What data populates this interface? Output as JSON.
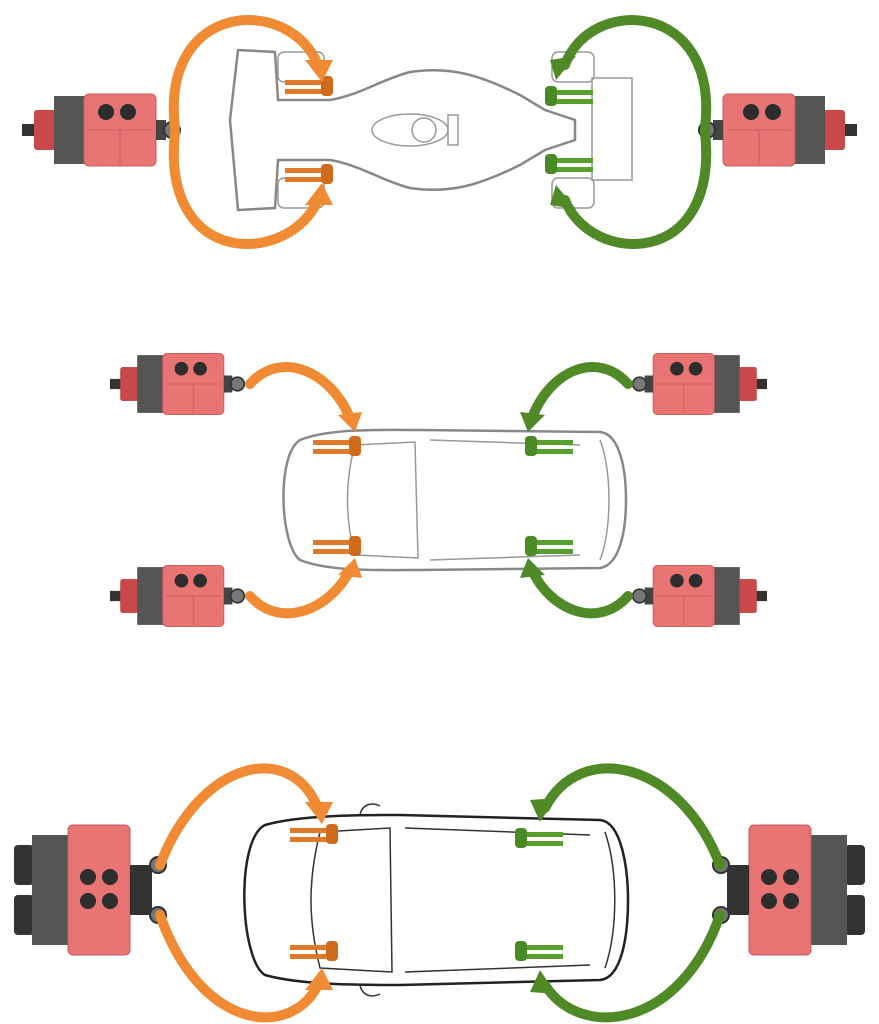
{
  "diagram": {
    "sections": [
      {
        "name": "formula-car",
        "units": 2
      },
      {
        "name": "passenger-car-four-units",
        "units": 4
      },
      {
        "name": "passenger-car-two-dual-units",
        "units": 2
      }
    ]
  },
  "colors": {
    "front_arrow": "#f08a33",
    "rear_arrow": "#4f8a27",
    "unit_face": "#e87474",
    "unit_body": "#555555",
    "unit_cap": "#c94848"
  }
}
